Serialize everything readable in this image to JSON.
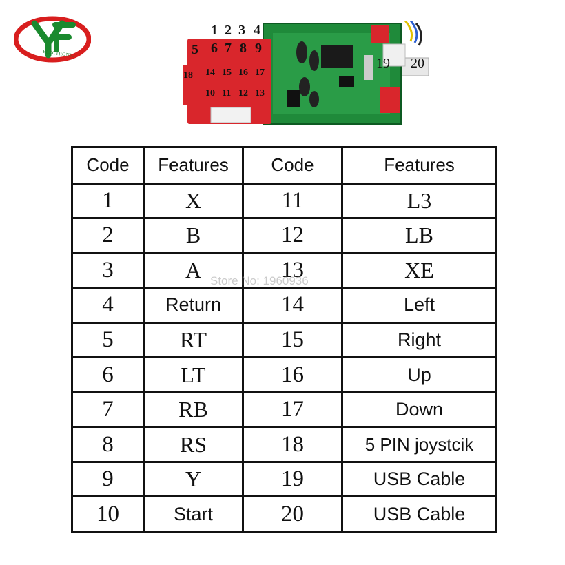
{
  "logo": {
    "text": "ELECTRONIC"
  },
  "board": {
    "labels": [
      "1",
      "2",
      "3",
      "4",
      "5",
      "6",
      "7",
      "8",
      "9",
      "18",
      "14",
      "15",
      "16",
      "17",
      "10",
      "11",
      "12",
      "13",
      "19",
      "20"
    ]
  },
  "watermark": "Store No: 1960936",
  "table": {
    "headers": [
      "Code",
      "Features",
      "Code",
      "Features"
    ],
    "rows": [
      {
        "code_a": "1",
        "feature_a": "X",
        "code_b": "11",
        "feature_b": "L3"
      },
      {
        "code_a": "2",
        "feature_a": "B",
        "code_b": "12",
        "feature_b": "LB"
      },
      {
        "code_a": "3",
        "feature_a": "A",
        "code_b": "13",
        "feature_b": "XE"
      },
      {
        "code_a": "4",
        "feature_a": "Return",
        "code_b": "14",
        "feature_b": "Left"
      },
      {
        "code_a": "5",
        "feature_a": "RT",
        "code_b": "15",
        "feature_b": "Right"
      },
      {
        "code_a": "6",
        "feature_a": "LT",
        "code_b": "16",
        "feature_b": "Up"
      },
      {
        "code_a": "7",
        "feature_a": "RB",
        "code_b": "17",
        "feature_b": "Down"
      },
      {
        "code_a": "8",
        "feature_a": "RS",
        "code_b": "18",
        "feature_b": "5 PIN joystcik"
      },
      {
        "code_a": "9",
        "feature_a": "Y",
        "code_b": "19",
        "feature_b": "USB Cable"
      },
      {
        "code_a": "10",
        "feature_a": "Start",
        "code_b": "20",
        "feature_b": "USB Cable"
      }
    ]
  }
}
